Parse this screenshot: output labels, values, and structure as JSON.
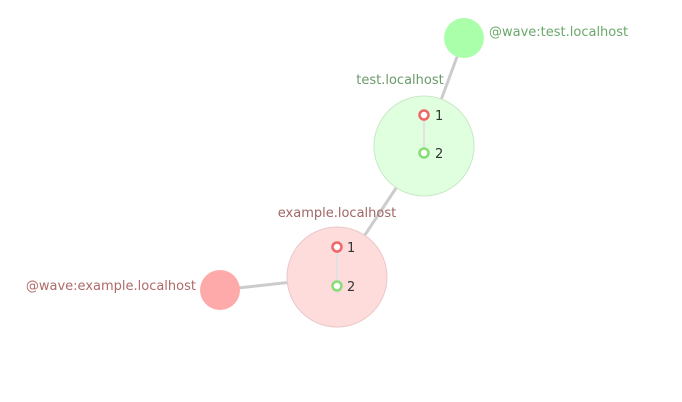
{
  "colors": {
    "host_green_fill": "#dfffdf",
    "host_red_fill": "#ffdcdc",
    "ext_green_fill": "#aaffaa",
    "ext_red_fill": "#ffaaaa",
    "port_red": "#ee6666",
    "port_green": "#88dd77",
    "edge": "#cccccc"
  },
  "nodes": {
    "ext_test": {
      "label": "@wave:test.localhost"
    },
    "host_test": {
      "label": "test.localhost",
      "ports": [
        "1",
        "2"
      ]
    },
    "host_example": {
      "label": "example.localhost",
      "ports": [
        "1",
        "2"
      ]
    },
    "ext_example": {
      "label": "@wave:example.localhost"
    }
  }
}
